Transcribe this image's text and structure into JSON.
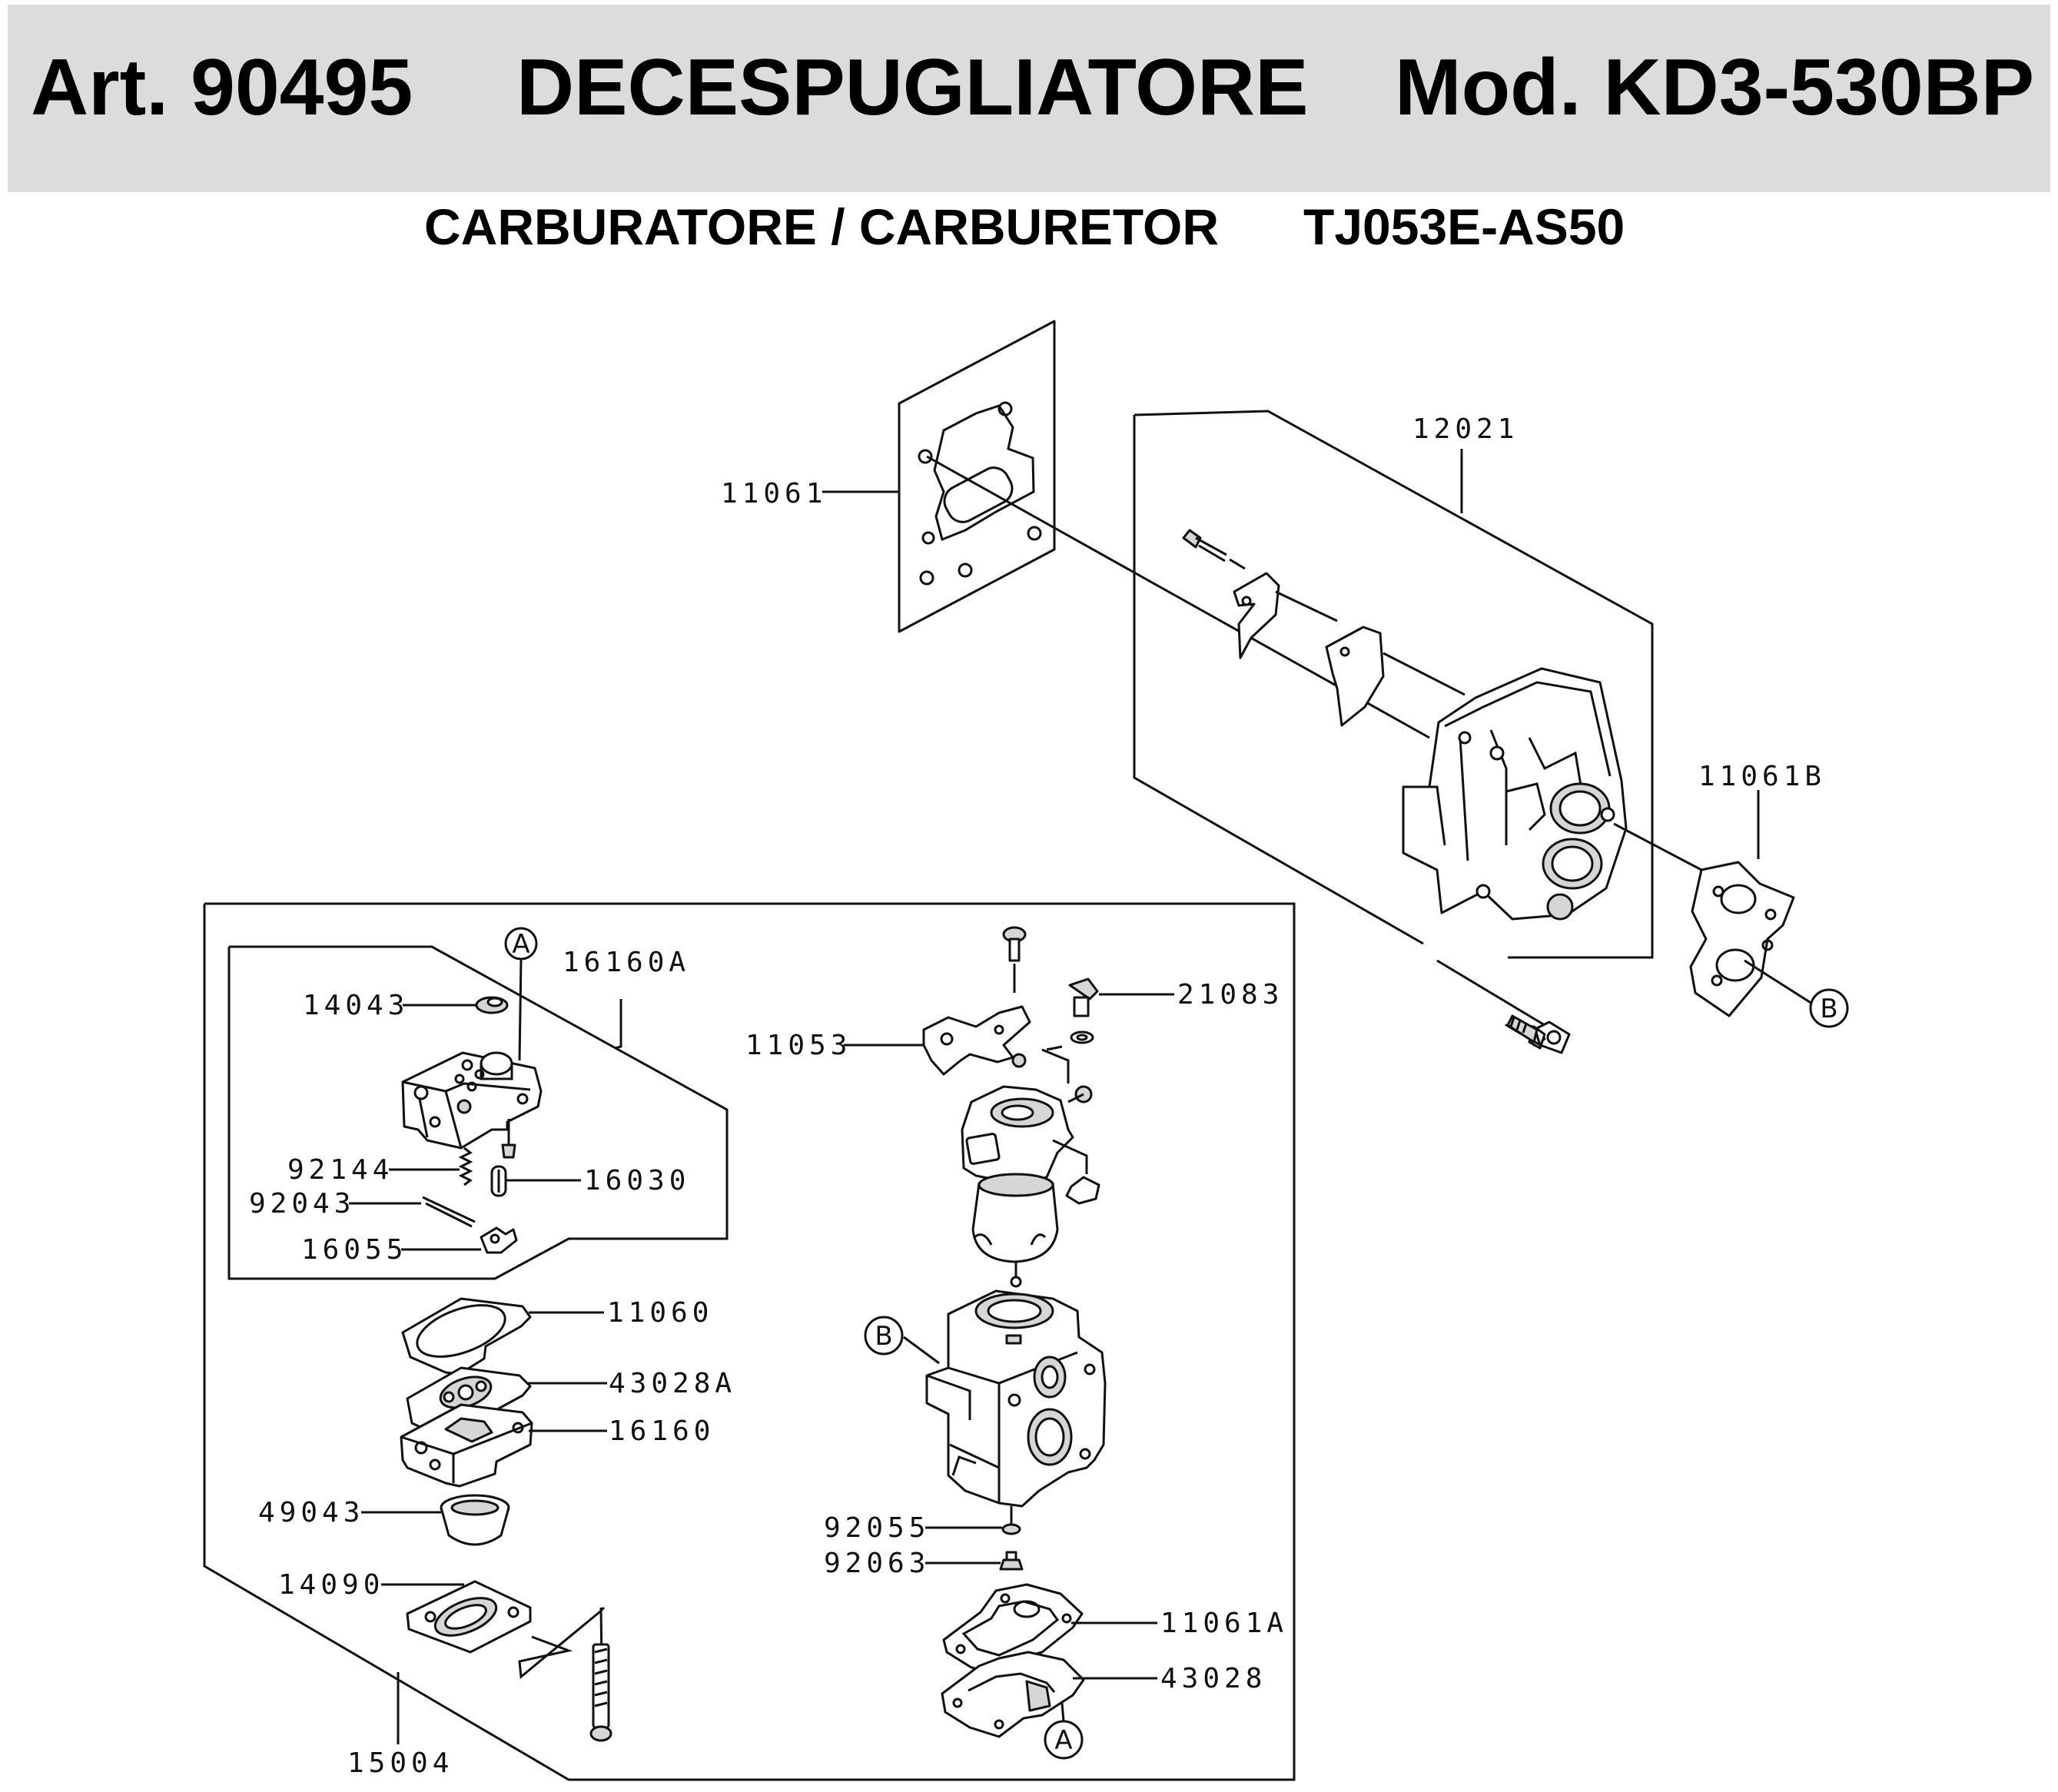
{
  "header": {
    "art": "Art. 90495",
    "product": "DECESPUGLIATORE",
    "model": "Mod. KD3-530BP"
  },
  "subtitle": {
    "section": "CARBURATORE / CARBURETOR",
    "code": "TJ053E-AS50"
  },
  "callouts": [
    "A",
    "B"
  ],
  "parts": {
    "p11061": "11061",
    "p12021": "12021",
    "p11061B": "11061B",
    "p16160A": "16160A",
    "p14043": "14043",
    "p92144": "92144",
    "p92043": "92043",
    "p16030": "16030",
    "p16055": "16055",
    "p11060": "11060",
    "p43028A": "43028A",
    "p16160": "16160",
    "p49043": "49043",
    "p14090": "14090",
    "p15004": "15004",
    "p11053": "11053",
    "p21083": "21083",
    "p92055": "92055",
    "p92063": "92063",
    "p11061A": "11061A",
    "p43028": "43028"
  }
}
